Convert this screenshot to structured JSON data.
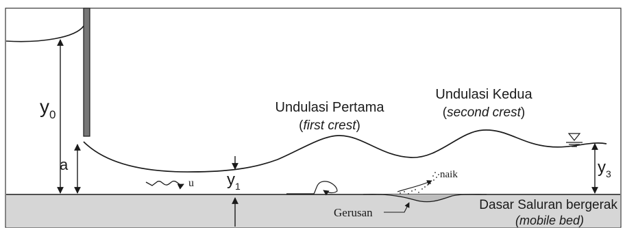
{
  "labels": {
    "upstream_depth": {
      "main": "y",
      "sub": "0"
    },
    "gate_opening": "a",
    "vena_contracta_depth": {
      "main": "y",
      "sub": "1"
    },
    "tailwater_depth": {
      "main": "y",
      "sub": "3"
    },
    "velocity": "u",
    "first_crest": {
      "title": "Undulasi Pertama",
      "open": "(",
      "italic": "first crest",
      "close": ")"
    },
    "second_crest": {
      "title": "Undulasi Kedua",
      "open": "(",
      "italic": "second crest",
      "close": ")"
    },
    "rise": "naik",
    "scour": "Gerusan",
    "mobile_bed": {
      "title": "Dasar Saluran bergerak",
      "italic": "(mobile bed)"
    }
  },
  "colors": {
    "line": "#1a1a1a",
    "gate": "#777777",
    "bed": "#d6d6d6",
    "frame": "#333333"
  }
}
